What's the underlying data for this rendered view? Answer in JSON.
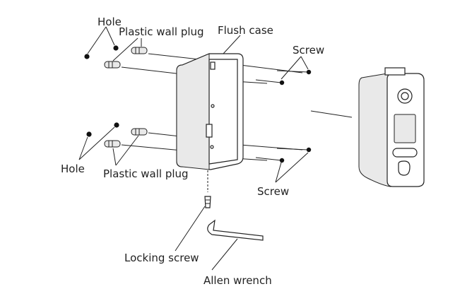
{
  "labels": {
    "hole_top": "Hole",
    "plug_top": "Plastic wall plug",
    "flush_case": "Flush case",
    "screw_top": "Screw",
    "hole_bottom": "Hole",
    "plug_bottom": "Plastic wall plug",
    "screw_bottom": "Screw",
    "locking_screw": "Locking screw",
    "allen_wrench": "Allen wrench"
  }
}
